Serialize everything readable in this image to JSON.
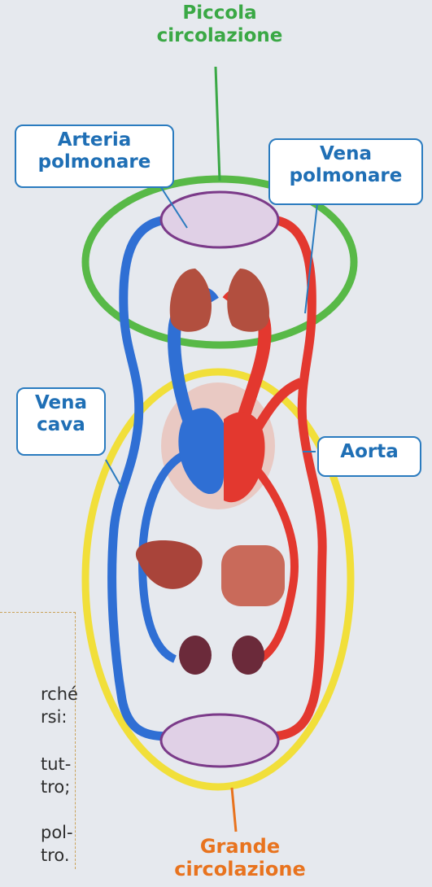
{
  "labels": {
    "small_circulation": [
      "Piccola",
      "circolazione"
    ],
    "great_circulation": [
      "Grande",
      "circolazione"
    ],
    "pulmonary_artery": [
      "Arteria",
      "polmonare"
    ],
    "pulmonary_vein": [
      "Vena",
      "polmonare"
    ],
    "vena_cava": [
      "Vena",
      "cava"
    ],
    "aorta": "Aorta"
  },
  "side_text": [
    "rché",
    "rsi:",
    "tut-",
    "tro;",
    "pol-",
    "tro."
  ],
  "colors": {
    "small_loop": "#58b947",
    "great_loop": "#f1df3a",
    "arterial": "#e3382f",
    "venous": "#2f6fd4",
    "label_border": "#2a7bbf",
    "label_text": "#1f6fb5",
    "green_title": "#3aa845",
    "orange_title": "#e8731e"
  }
}
